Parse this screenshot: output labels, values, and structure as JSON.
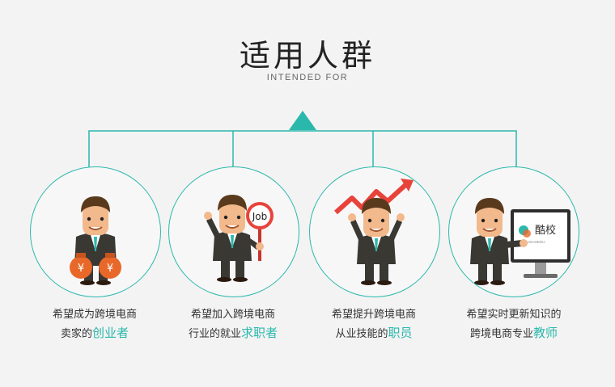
{
  "header": {
    "title": "适用人群",
    "subtitle": "INTENDED FOR"
  },
  "colors": {
    "accent": "#2bb8ac",
    "background": "#f3f3f3",
    "suit": "#3a3833",
    "skin": "#f2b98c",
    "hair": "#5a3a1c",
    "red": "#e8433a",
    "orange": "#e8682a"
  },
  "audience": [
    {
      "line1": "希望成为跨境电商",
      "line2_prefix": "卖家的",
      "line2_highlight": "创业者",
      "icon": "money-bags-icon"
    },
    {
      "line1": "希望加入跨境电商",
      "line2_prefix": "行业的就业",
      "line2_highlight": "求职者",
      "icon": "job-sign-icon",
      "sign_text": "Job"
    },
    {
      "line1": "希望提升跨境电商",
      "line2_prefix": "从业技能的",
      "line2_highlight": "职员",
      "icon": "rising-arrow-icon"
    },
    {
      "line1": "希望实时更新知识的",
      "line2_prefix": "跨境电商专业",
      "line2_highlight": "教师",
      "icon": "monitor-icon",
      "monitor_brand": "酷校",
      "monitor_brand_sub": "KUXIAOEDU"
    }
  ]
}
